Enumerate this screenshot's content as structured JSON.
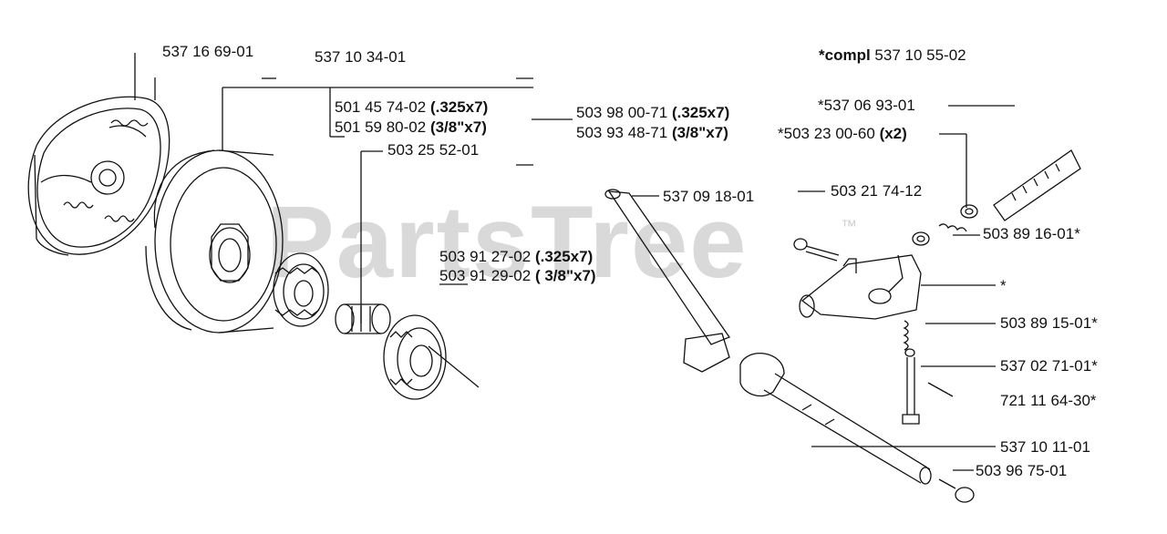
{
  "watermark": {
    "text": "PartsTree",
    "trademark": "™"
  },
  "labels": {
    "clutch": "537 16 69-01",
    "drum": "537 10 34-01",
    "kit_a_num": "501 45 74-02",
    "kit_a_spec": "(.325x7)",
    "kit_b_num": "501 59 80-02",
    "kit_b_spec": "(3/8\"x7)",
    "rim_a_num": "503 98 00-71",
    "rim_a_spec": "(.325x7)",
    "rim_b_num": "503 93 48-71",
    "rim_b_spec": "(3/8\"x7)",
    "bearing": "503 25 52-01",
    "spur_a_num": "503 91 27-02",
    "spur_a_spec": "(.325x7)",
    "spur_b_num": "503 91 29-02",
    "spur_b_spec": "( 3/8\"x7)",
    "compl_prefix": "*compl",
    "compl_num": "537 10 55-02",
    "shaft": "*537 06 93-01",
    "washer_num": "*503 23 00-60",
    "washer_qty": "(x2)",
    "lever": "537 09 18-01",
    "screw": "503 21 74-12",
    "spring_top": "503 89 16-01*",
    "housing": "*",
    "spring_bottom": "503 89 15-01*",
    "plunger": "537 02 71-01*",
    "pin": "721 11 64-30*",
    "rod": "537 10 11-01",
    "bolt": "503 96 75-01"
  }
}
